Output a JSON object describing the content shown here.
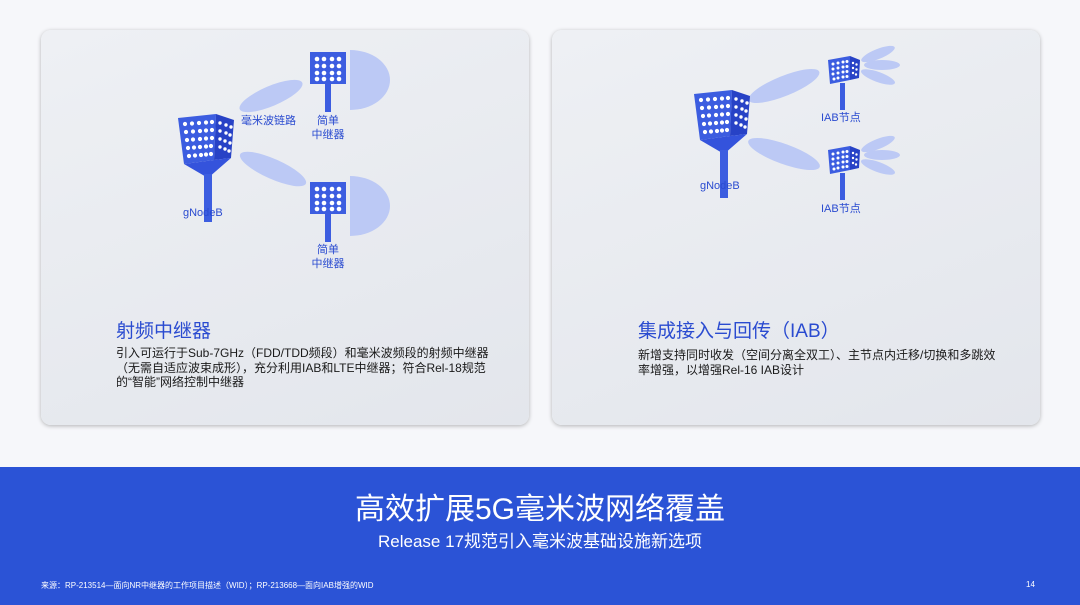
{
  "cards": {
    "left": {
      "title": "射频中继器",
      "description": "引入可运行于Sub-7GHz（FDD/TDD频段）和毫米波频段的射频中继器（无需自适应波束成形），充分利用IAB和LTE中继器；符合Rel-18规范的“智能”网络控制中继器",
      "diagram": {
        "gnodeb_label": "gNodeB",
        "link_label": "毫米波链路",
        "repeater_top_label": [
          "简单",
          "中继器"
        ],
        "repeater_bottom_label": [
          "简单",
          "中继器"
        ]
      }
    },
    "right": {
      "title": "集成接入与回传（IAB）",
      "description": "新增支持同时收发（空间分离全双工）、主节点内迁移/切换和多跳效率增强，以增强Rel-16 IAB设计",
      "diagram": {
        "gnodeb_label": "gNodeB",
        "iab_node_top_label": "IAB节点",
        "iab_node_bottom_label": "IAB节点"
      }
    }
  },
  "banner": {
    "title": "高效扩展5G毫米波网络覆盖",
    "subtitle": "Release 17规范引入毫米波基础设施新选项"
  },
  "footer": {
    "source": "来源：RP-213514—面向NR中继器的工作项目描述（WID）；RP-213668—面向IAB增强的WID",
    "page_number": "14"
  },
  "colors": {
    "accent": "#2a4bd0",
    "banner": "#2b53d6",
    "beam": "#bcc9f5",
    "antenna_face": "#3c5de0",
    "antenna_side": "#2742c6"
  }
}
